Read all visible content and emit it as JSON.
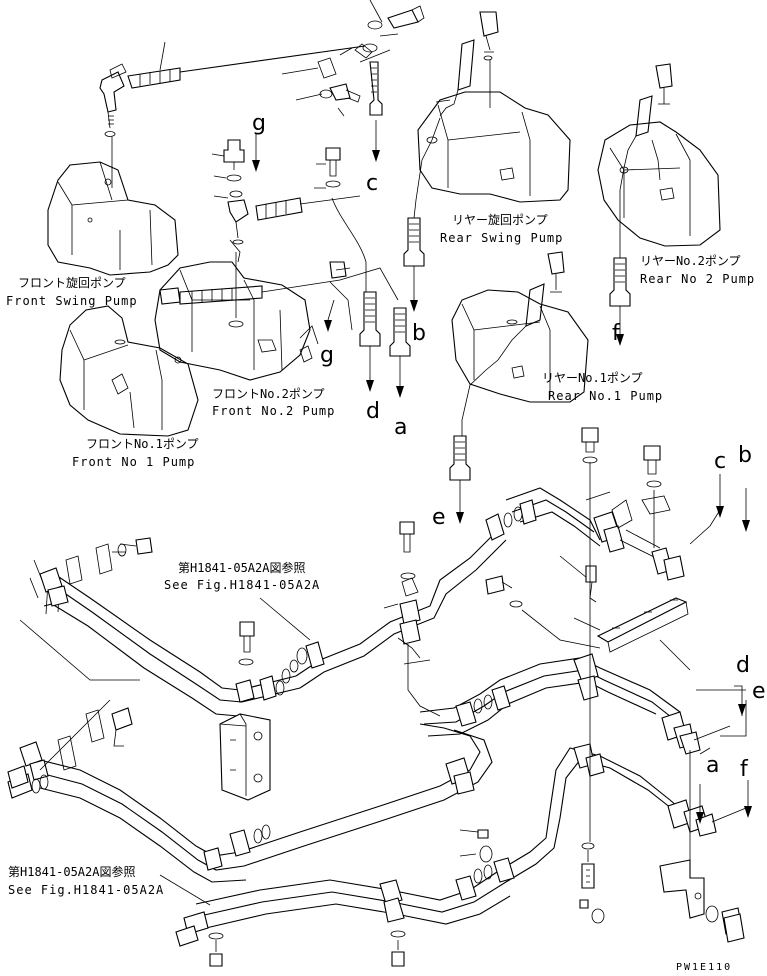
{
  "pumps": {
    "front_swing": {
      "jp": "フロント旋回ポンプ",
      "en": "Front Swing Pump"
    },
    "front_no2": {
      "jp": "フロントNo.2ポンプ",
      "en": "Front No.2 Pump"
    },
    "front_no1": {
      "jp": "フロントNo.1ポンプ",
      "en": "Front No 1 Pump"
    },
    "rear_swing": {
      "jp": "リヤー旋回ポンプ",
      "en": "Rear Swing Pump"
    },
    "rear_no2": {
      "jp": "リヤーNo.2ポンプ",
      "en": "Rear No 2 Pump"
    },
    "rear_no1": {
      "jp": "リヤーNo.1ポンプ",
      "en": "Rear No.1 Pump"
    }
  },
  "references": {
    "upper": {
      "jp": "第H1841-05A2A図参照",
      "en": "See Fig.H1841-05A2A"
    },
    "lower": {
      "jp": "第H1841-05A2A図参照",
      "en": "See Fig.H1841-05A2A"
    }
  },
  "connection_letters": {
    "a": "a",
    "b": "b",
    "c": "c",
    "d": "d",
    "e": "e",
    "f": "f",
    "g": "g"
  },
  "drawing_code": "PW1E110"
}
